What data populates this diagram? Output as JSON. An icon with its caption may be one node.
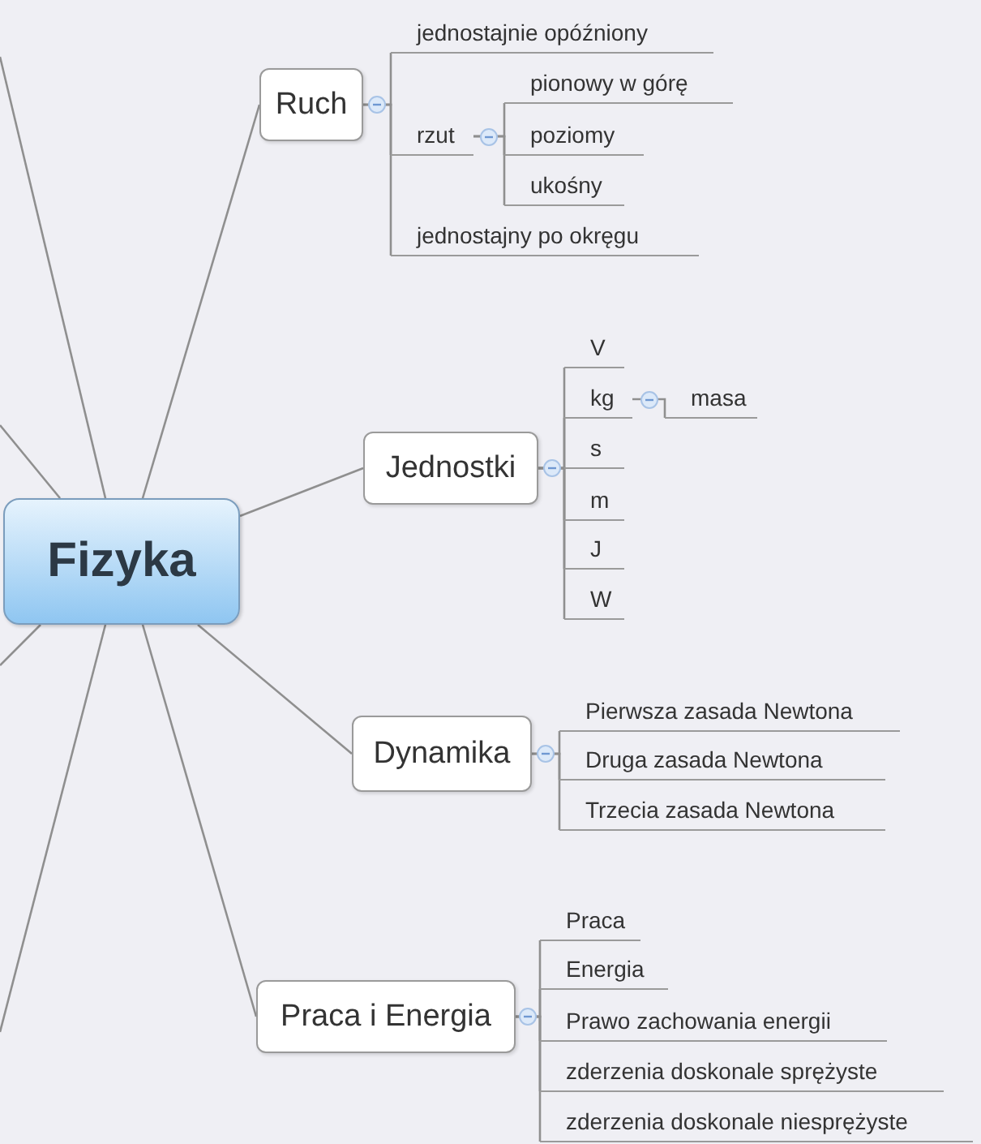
{
  "diagram": {
    "nodes": [
      {
        "text": [
          "Fizyka"
        ]
      },
      {
        "text": [
          "Ruch"
        ]
      },
      {
        "text": [
          "jednostajnie opóźniony"
        ]
      },
      {
        "text": [
          "rzut"
        ]
      },
      {
        "text": [
          "pionowy w górę"
        ]
      },
      {
        "text": [
          "poziomy"
        ]
      },
      {
        "text": [
          "ukośny"
        ]
      },
      {
        "text": [
          "jednostajny po okręgu"
        ]
      },
      {
        "text": [
          "Jednostki"
        ]
      },
      {
        "text": [
          "V"
        ]
      },
      {
        "text": [
          "kg"
        ]
      },
      {
        "text": [
          "masa"
        ]
      },
      {
        "text": [
          "s"
        ]
      },
      {
        "text": [
          "m"
        ]
      },
      {
        "text": [
          "J"
        ]
      },
      {
        "text": [
          "W"
        ]
      },
      {
        "text": [
          "Dynamika"
        ]
      },
      {
        "text": [
          "Pierwsza zasada Newtona"
        ]
      },
      {
        "text": [
          "Druga zasada Newtona"
        ]
      },
      {
        "text": [
          "Trzecia zasada Newtona"
        ]
      },
      {
        "text": [
          "Praca i Energia"
        ]
      },
      {
        "text": [
          "Praca"
        ]
      },
      {
        "text": [
          "Energia"
        ]
      },
      {
        "text": [
          "Prawo zachowania energii"
        ]
      },
      {
        "text": [
          "zderzenia doskonale sprężyste"
        ]
      },
      {
        "text": [
          "zderzenia doskonale niesprężyste"
        ]
      }
    ],
    "edges": [
      {
        "from": 0,
        "to": 1,
        "arrow": "none"
      },
      {
        "from": 1,
        "to": 2,
        "arrow": "none"
      },
      {
        "from": 1,
        "to": 3,
        "arrow": "none"
      },
      {
        "from": 3,
        "to": 4,
        "arrow": "none"
      },
      {
        "from": 3,
        "to": 5,
        "arrow": "none"
      },
      {
        "from": 3,
        "to": 6,
        "arrow": "none"
      },
      {
        "from": 1,
        "to": 7,
        "arrow": "none"
      },
      {
        "from": 0,
        "to": 8,
        "arrow": "none"
      },
      {
        "from": 8,
        "to": 9,
        "arrow": "none"
      },
      {
        "from": 8,
        "to": 10,
        "arrow": "none"
      },
      {
        "from": 10,
        "to": 11,
        "arrow": "none"
      },
      {
        "from": 8,
        "to": 12,
        "arrow": "none"
      },
      {
        "from": 8,
        "to": 13,
        "arrow": "none"
      },
      {
        "from": 8,
        "to": 14,
        "arrow": "none"
      },
      {
        "from": 8,
        "to": 15,
        "arrow": "none"
      },
      {
        "from": 0,
        "to": 16,
        "arrow": "none"
      },
      {
        "from": 16,
        "to": 17,
        "arrow": "none"
      },
      {
        "from": 16,
        "to": 18,
        "arrow": "none"
      },
      {
        "from": 16,
        "to": 19,
        "arrow": "none"
      },
      {
        "from": 0,
        "to": 20,
        "arrow": "none"
      },
      {
        "from": 20,
        "to": 21,
        "arrow": "none"
      },
      {
        "from": 20,
        "to": 22,
        "arrow": "none"
      },
      {
        "from": 20,
        "to": 23,
        "arrow": "none"
      },
      {
        "from": 20,
        "to": 24,
        "arrow": "none"
      },
      {
        "from": 20,
        "to": 25,
        "arrow": "none"
      },
      {
        "from": 0,
        "to": null,
        "arrow": "none"
      },
      {
        "from": 0,
        "to": null,
        "arrow": "none"
      },
      {
        "from": 0,
        "to": null,
        "arrow": "none"
      },
      {
        "from": 0,
        "to": null,
        "arrow": "none"
      }
    ]
  }
}
